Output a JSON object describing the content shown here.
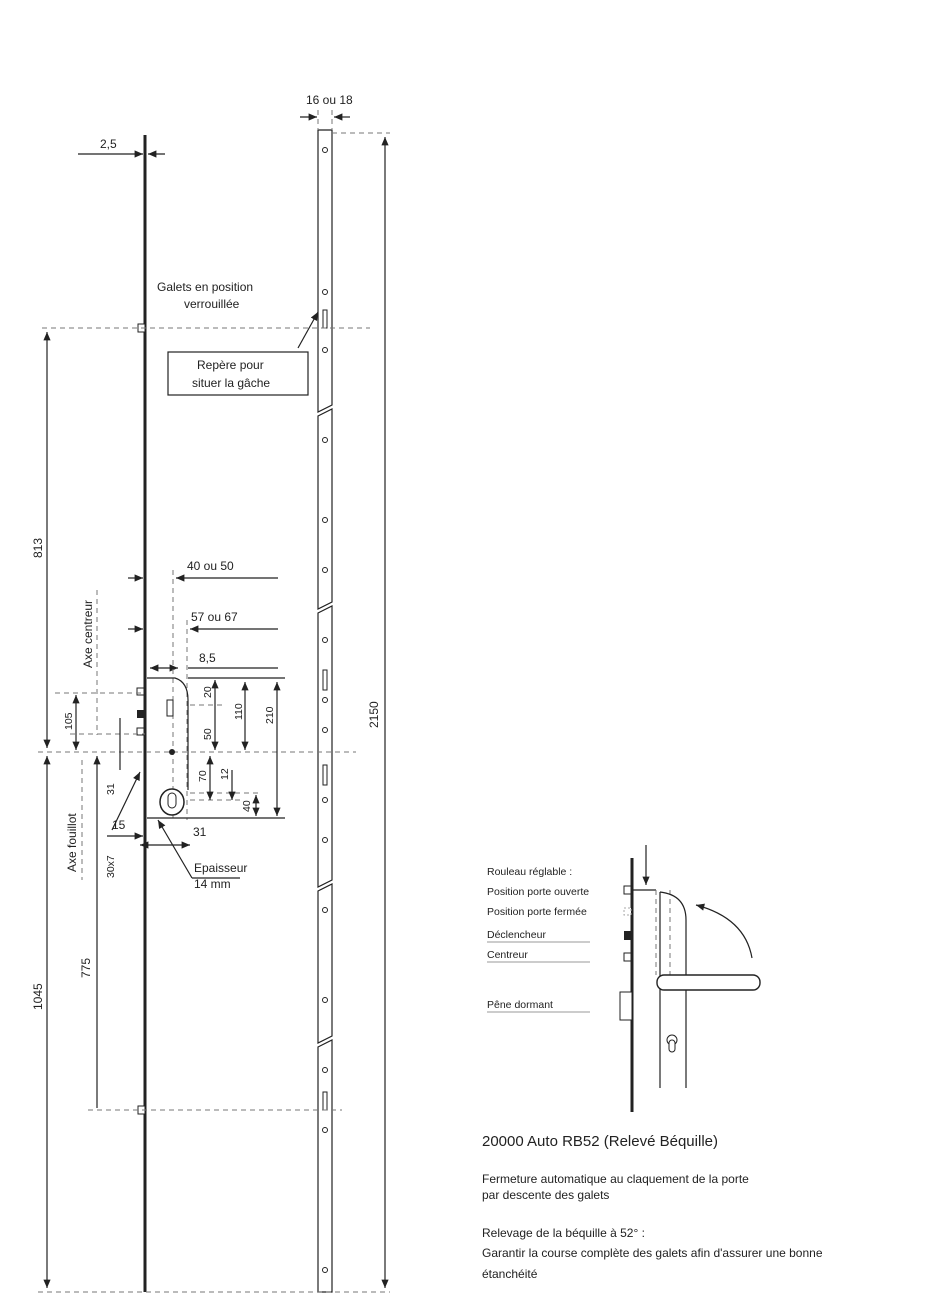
{
  "main_drawing": {
    "dim_bar_thickness": "2,5",
    "dim_strip_width": "16 ou 18",
    "dim_total_height": "2150",
    "dim_upper": "813",
    "dim_lower": "1045",
    "galets_label_1": "Galets en position",
    "galets_label_2": "verrouillée",
    "repere_label_1": "Repère pour",
    "repere_label_2": "situer la gâche",
    "dim_40_50": "40 ou 50",
    "dim_57_67": "57 ou 67",
    "dim_8_5": "8,5",
    "dim_20": "20",
    "dim_50": "50",
    "dim_110": "110",
    "dim_210": "210",
    "dim_70": "70",
    "dim_12": "12",
    "dim_40": "40",
    "dim_105": "105",
    "dim_31a": "31",
    "dim_31b": "31",
    "dim_15": "15",
    "dim_30x7": "30x7",
    "dim_775": "775",
    "axe_centreur": "Axe centreur",
    "axe_fouillot": "Axe fouillot",
    "epaisseur_1": "Epaisseur",
    "epaisseur_2": "14 mm"
  },
  "detail_drawing": {
    "labels": [
      "Rouleau réglable :",
      "Position porte ouverte",
      "Position porte fermée",
      "Déclencheur",
      "Centreur",
      "Pêne dormant"
    ]
  },
  "description": {
    "title": "20000 Auto RB52 (Relevé Béquille)",
    "line1": "Fermeture automatique au claquement de la porte",
    "line2": "par descente des galets",
    "line3": "Relevage de la béquille à 52° :",
    "line4": "Garantir la course complète des galets afin d'assurer une bonne",
    "line5": "étanchéité"
  }
}
